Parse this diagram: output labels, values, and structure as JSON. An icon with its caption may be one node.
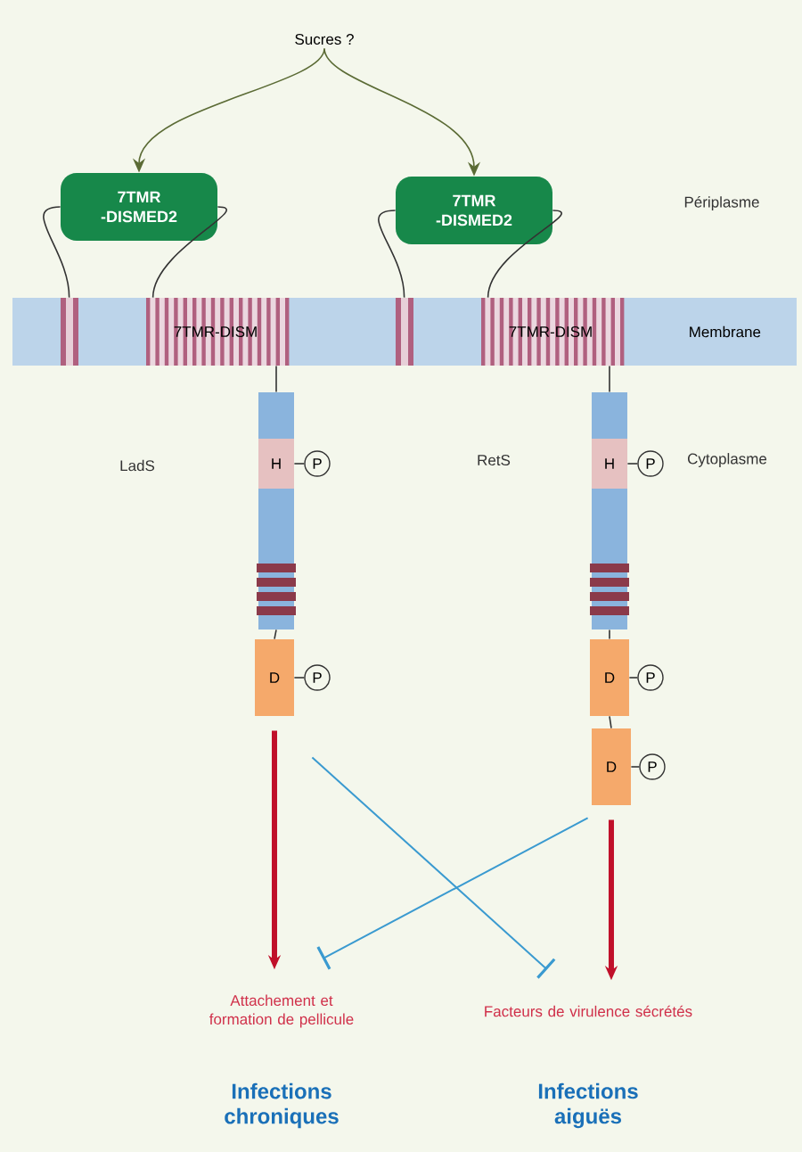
{
  "diagram": {
    "nodes": [
      {
        "text": [
          "Sucres ?"
        ]
      },
      {
        "text": [
          "7TMR -DISMED2"
        ]
      },
      {
        "text": [
          "7TMR -DISMED2"
        ]
      },
      {
        "text": [
          "Membrane"
        ]
      },
      {
        "text": [
          "7TMR-DISM"
        ],
        "in": 3
      },
      {
        "text": [
          "7TMR-DISM"
        ],
        "in": 3
      },
      {
        "text": [],
        "shape": "bar"
      },
      {
        "text": [
          "H"
        ],
        "in": 6
      },
      {
        "text": [
          "P"
        ]
      },
      {
        "text": [
          "D"
        ]
      },
      {
        "text": [
          "P"
        ]
      },
      {
        "text": [],
        "shape": "bar"
      },
      {
        "text": [
          "H"
        ],
        "in": 11
      },
      {
        "text": [
          "P"
        ]
      },
      {
        "text": [
          "D"
        ]
      },
      {
        "text": [
          "P"
        ]
      },
      {
        "text": [
          "D"
        ]
      },
      {
        "text": [
          "P"
        ]
      },
      {
        "text": [
          "Attachement et formation de pellicule"
        ]
      },
      {
        "text": [
          "Facteurs de virulence sécrétés"
        ]
      }
    ],
    "edges": [
      {
        "from": 0,
        "to": 1,
        "arrow": "to",
        "color": "#5b6b35"
      },
      {
        "from": 0,
        "to": 2,
        "arrow": "to",
        "color": "#5b6b35"
      },
      {
        "from": 1,
        "to": 3,
        "arrow": "none"
      },
      {
        "from": 1,
        "to": 4,
        "arrow": "none"
      },
      {
        "from": 2,
        "to": 3,
        "arrow": "none"
      },
      {
        "from": 2,
        "to": 5,
        "arrow": "none"
      },
      {
        "from": 4,
        "to": 6,
        "arrow": "none"
      },
      {
        "from": 7,
        "to": 8,
        "arrow": "none"
      },
      {
        "from": 6,
        "to": 9,
        "arrow": "none"
      },
      {
        "from": 9,
        "to": 10,
        "arrow": "none"
      },
      {
        "from": 5,
        "to": 11,
        "arrow": "none"
      },
      {
        "from": 12,
        "to": 13,
        "arrow": "none"
      },
      {
        "from": 11,
        "to": 14,
        "arrow": "none"
      },
      {
        "from": 14,
        "to": 15,
        "arrow": "none"
      },
      {
        "from": 14,
        "to": 16,
        "arrow": "none"
      },
      {
        "from": 16,
        "to": 17,
        "arrow": "none"
      },
      {
        "from": 9,
        "to": 18,
        "arrow": "to",
        "style": "thick",
        "color": "#c0102a"
      },
      {
        "from": 16,
        "to": 19,
        "arrow": "to",
        "style": "thick",
        "color": "#c0102a"
      },
      {
        "from": 9,
        "to": 19,
        "arrow": "other",
        "color": "#3a9ad0"
      },
      {
        "from": 16,
        "to": 18,
        "arrow": "other",
        "color": "#3a9ad0"
      }
    ],
    "labels": [
      "Périplasme",
      "LadS",
      "RetS",
      "Cytoplasme",
      "Infections chroniques",
      "Infections aiguës"
    ]
  }
}
